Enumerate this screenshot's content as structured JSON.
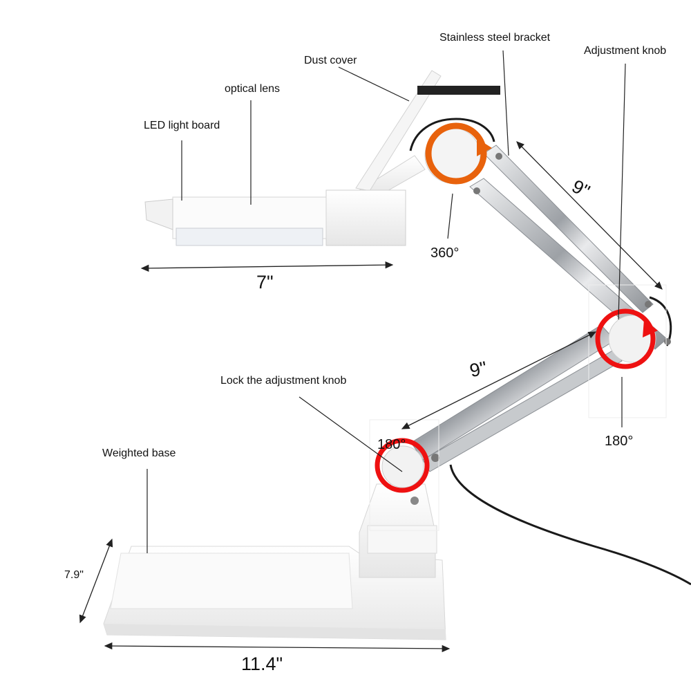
{
  "labels": {
    "dust_cover": "Dust cover",
    "optical_lens": "optical lens",
    "led_light_board": "LED light board",
    "stainless_bracket": "Stainless steel bracket",
    "adjustment_knob": "Adjustment knob",
    "lock_knob": "Lock the adjustment knob",
    "weighted_base": "Weighted base"
  },
  "dimensions": {
    "head_width": "7\"",
    "upper_arm": "9\"",
    "lower_arm": "9\"",
    "base_depth": "7.9\"",
    "base_width": "11.4\""
  },
  "rotations": {
    "head": "360°",
    "elbow": "180°",
    "base_joint": "180°"
  },
  "colors": {
    "head_ring": "#e8620c",
    "joint_ring": "#ee1111",
    "product": "#f3f3f3",
    "chrome": "#b9bcc0",
    "dust_cover_bar": "#222222"
  }
}
